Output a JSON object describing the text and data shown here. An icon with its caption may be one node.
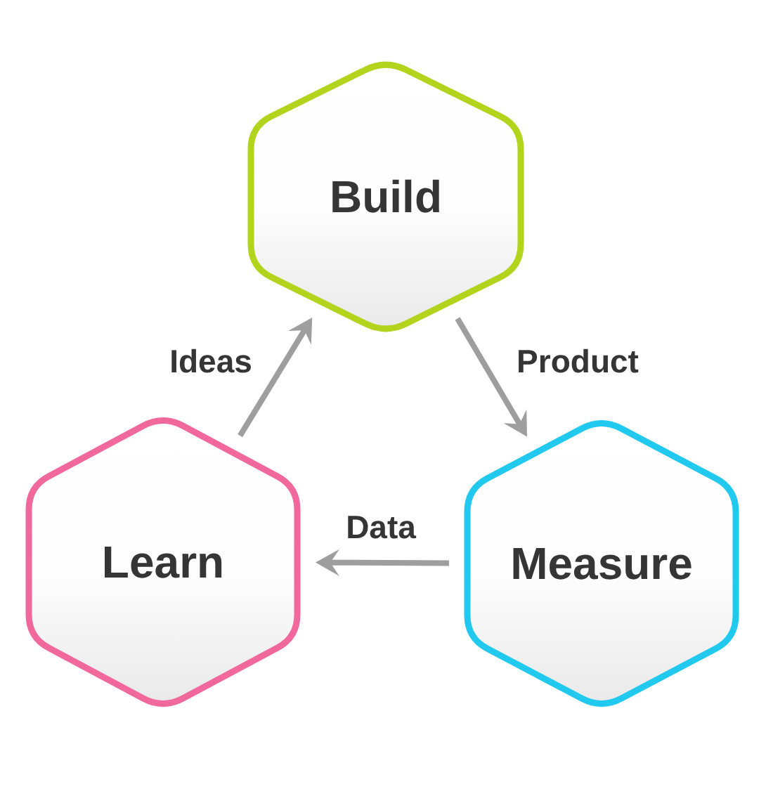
{
  "diagram": {
    "nodes": [
      {
        "text": [
          "Build"
        ]
      },
      {
        "text": [
          "Learn"
        ]
      },
      {
        "text": [
          "Measure"
        ]
      }
    ],
    "edges": [
      {
        "from": 1,
        "to": 0,
        "arrow": "to",
        "label": "Ideas"
      },
      {
        "from": 0,
        "to": 2,
        "arrow": "to",
        "label": "Product"
      },
      {
        "from": 2,
        "to": 1,
        "arrow": "to",
        "label": "Data"
      }
    ]
  }
}
